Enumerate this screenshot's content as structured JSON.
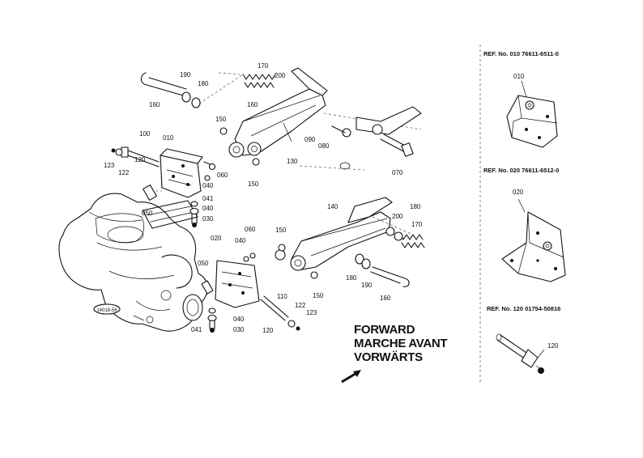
{
  "callouts": {
    "c010": "010",
    "c100": "100",
    "c123a": "123",
    "c122a": "122",
    "c120a": "120",
    "c050a": "050",
    "c190a": "190",
    "c180a": "180",
    "c160a": "160",
    "c170a": "170",
    "c200a": "200",
    "c160b": "160",
    "c150a": "150",
    "c150b": "150",
    "c130": "130",
    "c060a": "060",
    "c040a": "040",
    "c041a": "041",
    "c040b": "040",
    "c030a": "030",
    "c090": "090",
    "c080": "080",
    "c070": "070",
    "c140": "140",
    "c200b": "200",
    "c180b": "180",
    "c170b": "170",
    "c150c": "150",
    "c060b": "060",
    "c040c": "040",
    "c020": "020",
    "c050b": "050",
    "c150d": "150",
    "c110": "110",
    "c122b": "122",
    "c123b": "123",
    "c120b": "120",
    "c180c": "180",
    "c190b": "190",
    "c160c": "160",
    "c041b": "041",
    "c040d": "040",
    "c030b": "030",
    "engine_tag": "14018-56"
  },
  "direction": {
    "line1": "FORWARD",
    "line2": "MARCHE AVANT",
    "line3": "VORWÄRTS"
  },
  "references": {
    "ref1": "REF. No. 010 76611-6511-0",
    "ref1_part": "010",
    "ref2": "REF. No. 020 76611-6512-0",
    "ref2_part": "020",
    "ref3": "REF. No. 120 01754-50816",
    "ref3_part": "120"
  }
}
